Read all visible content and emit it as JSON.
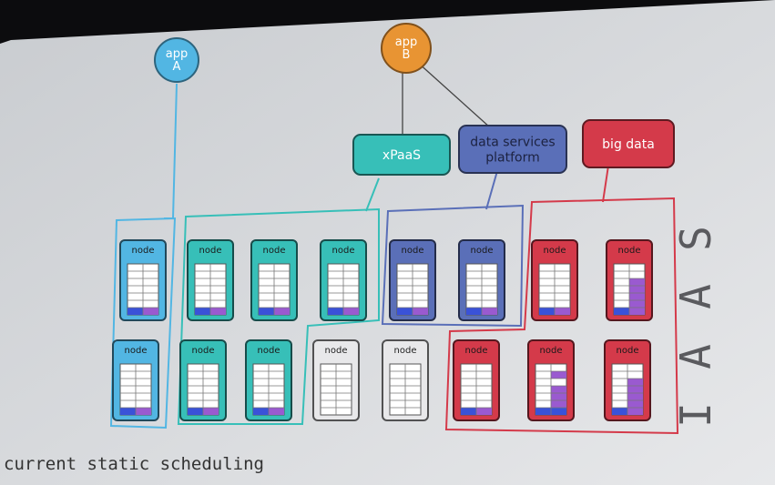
{
  "apps": [
    {
      "id": "app-a",
      "lines": [
        "app",
        "A"
      ],
      "color": "#52b6e3"
    },
    {
      "id": "app-b",
      "lines": [
        "app",
        "B"
      ],
      "color": "#e89433"
    }
  ],
  "services": [
    {
      "id": "xpaas",
      "lines": [
        "xPaaS"
      ],
      "color": "#37bfb8"
    },
    {
      "id": "data-services",
      "lines": [
        "data services",
        "platform"
      ],
      "color": "#5a6fb8"
    },
    {
      "id": "big-data",
      "lines": [
        "big data"
      ],
      "color": "#d43a4a"
    }
  ],
  "node_label": "node",
  "side_label": [
    "I",
    "A",
    "A",
    "S"
  ],
  "footer": "current static scheduling",
  "colors": {
    "appA": "#52b6e3",
    "xpaas": "#37bfb8",
    "data": "#5a6fb8",
    "bigdata": "#d43a4a",
    "free": "#e8e8ea",
    "fill_blue": "#3a52d8",
    "fill_purple": "#9a5ad0"
  },
  "rows": [
    [
      {
        "group": "appA",
        "fill": "low"
      },
      {
        "group": "xpaas",
        "fill": "low"
      },
      {
        "group": "xpaas",
        "fill": "low"
      },
      {
        "group": "xpaas",
        "fill": "low"
      },
      {
        "group": "data",
        "fill": "low"
      },
      {
        "group": "data",
        "fill": "low"
      },
      {
        "group": "bigdata",
        "fill": "low"
      },
      {
        "group": "bigdata",
        "fill": "high"
      }
    ],
    [
      {
        "group": "appA",
        "fill": "low"
      },
      {
        "group": "xpaas",
        "fill": "low"
      },
      {
        "group": "xpaas",
        "fill": "low"
      },
      {
        "group": "free",
        "fill": "none"
      },
      {
        "group": "free",
        "fill": "none"
      },
      {
        "group": "bigdata",
        "fill": "low"
      },
      {
        "group": "bigdata",
        "fill": "mid"
      },
      {
        "group": "bigdata",
        "fill": "high"
      }
    ]
  ]
}
